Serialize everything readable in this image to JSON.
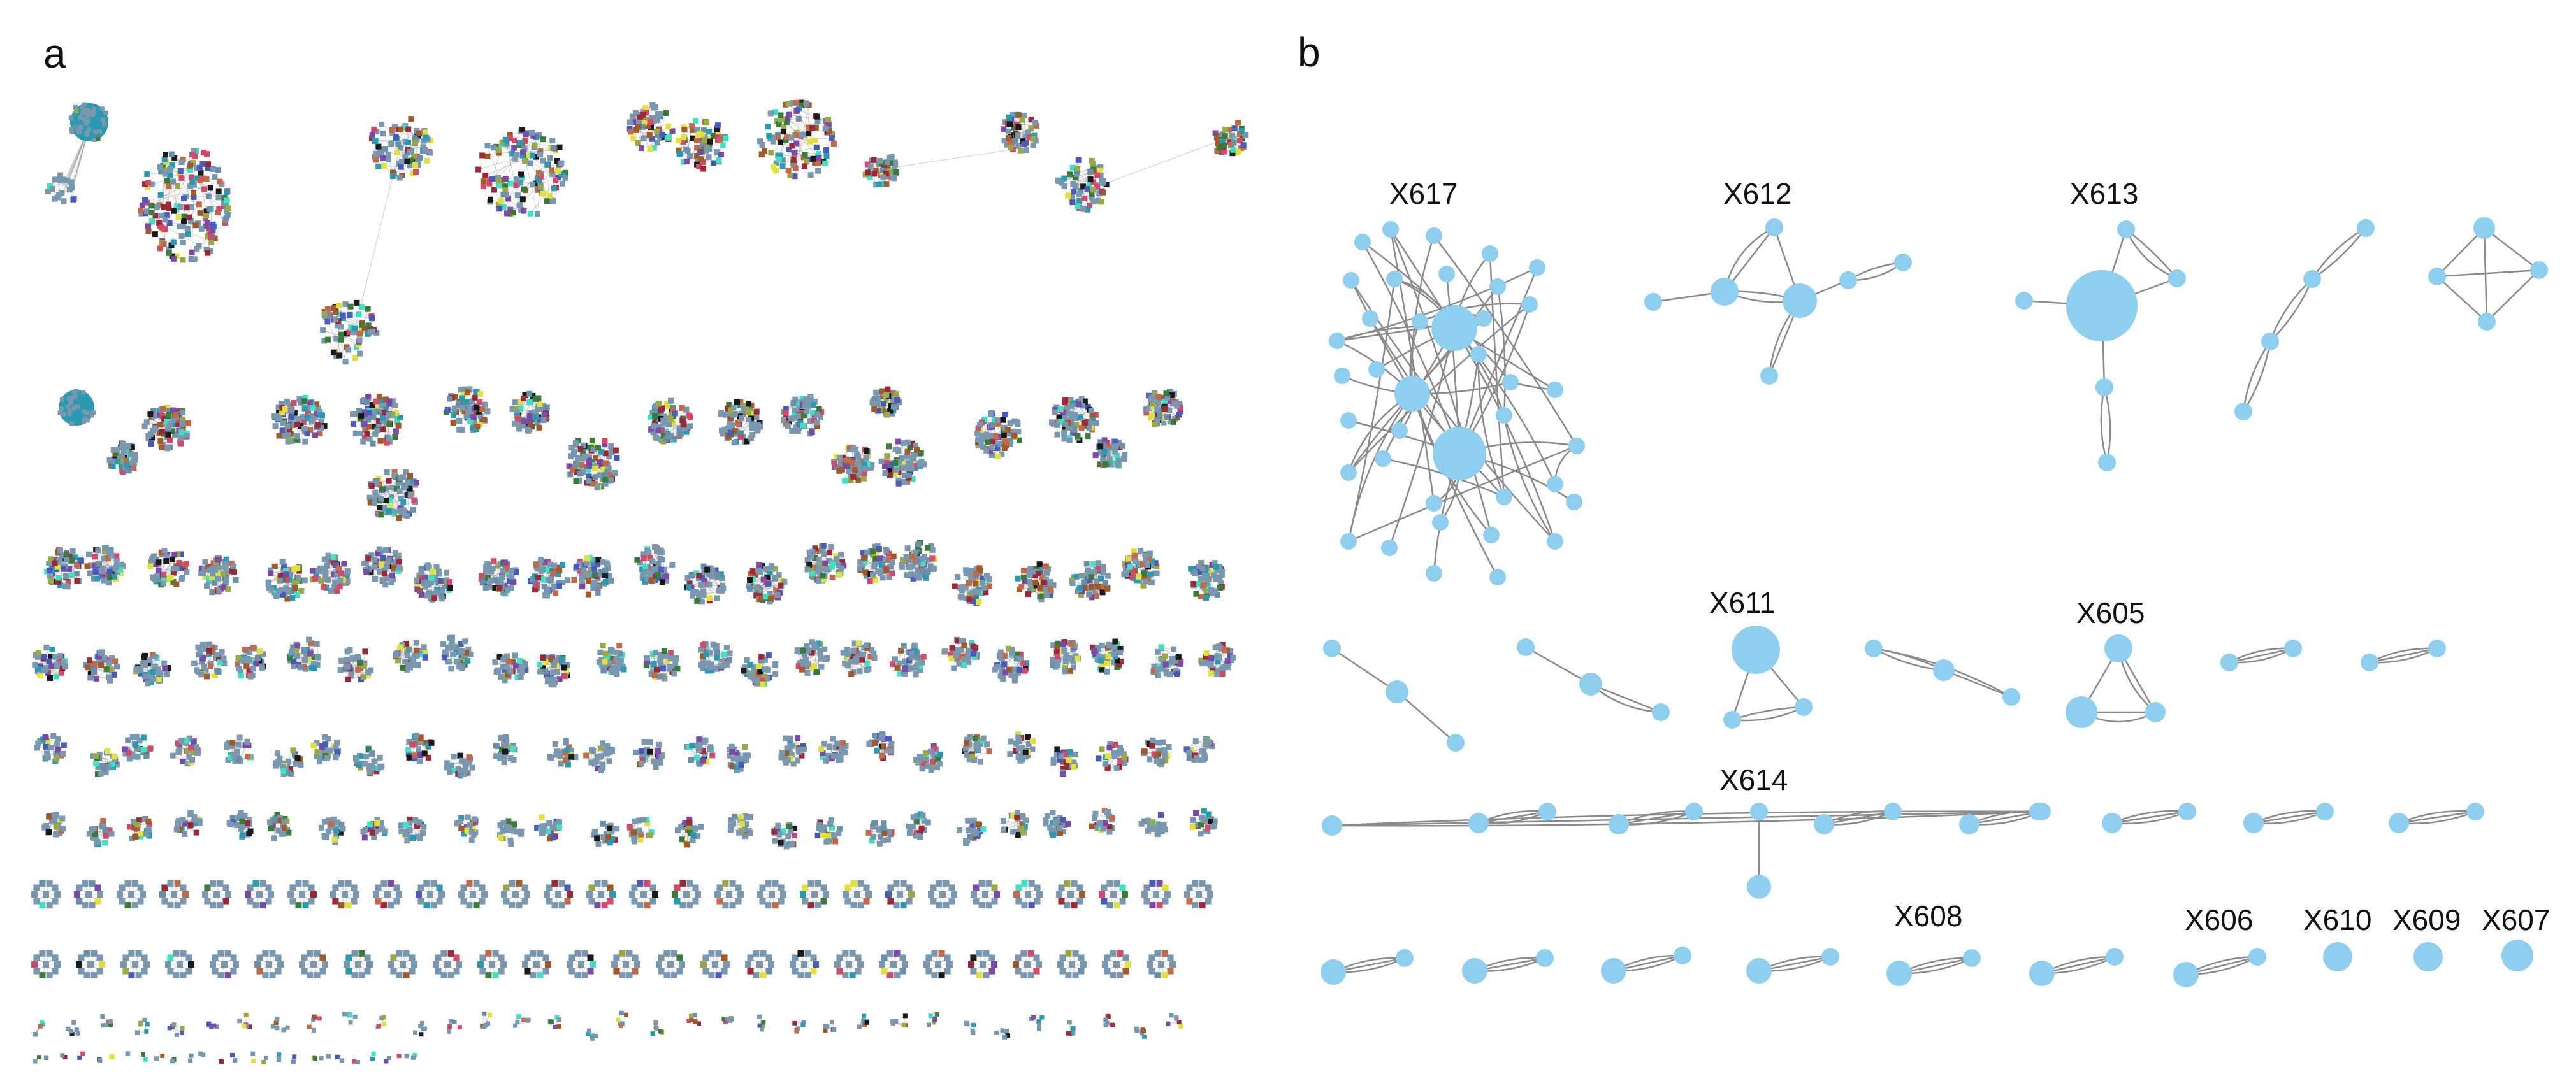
{
  "figure": {
    "panel_a": {
      "letter": "a",
      "colors": {
        "node_main": "#7a97b0",
        "node_palette": [
          "#7a97b0",
          "#6a8fa8",
          "#9a2a3a",
          "#3b7a3b",
          "#7a4aa8",
          "#c06a4a",
          "#2a9ab0",
          "#d14a6a",
          "#9aa84a",
          "#4a5ab8",
          "#1a1a1a",
          "#e0e040",
          "#40e0c0",
          "#a05a2a"
        ],
        "big_blob": "#2a9ab0",
        "edge": "#9a9a9a"
      }
    },
    "panel_b": {
      "letter": "b",
      "colors": {
        "node": "#8ecff0",
        "edge": "#8a8a8a",
        "label": "#111111"
      },
      "labels": {
        "x617": "X617",
        "x612": "X612",
        "x613": "X613",
        "x611": "X611",
        "x605": "X605",
        "x614": "X614",
        "x608": "X608",
        "x606": "X606",
        "x610": "X610",
        "x609": "X609",
        "x607": "X607"
      }
    }
  }
}
